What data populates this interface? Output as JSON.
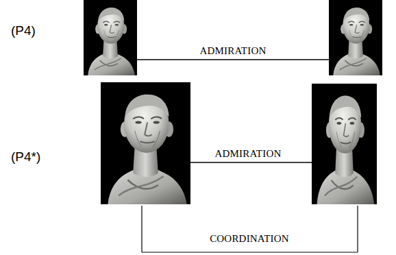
{
  "diagram": {
    "labels": [
      "(P4)",
      "ADMIRATION",
      "(P4*)",
      "ADMIRATION",
      "COORDINATION"
    ]
  }
}
